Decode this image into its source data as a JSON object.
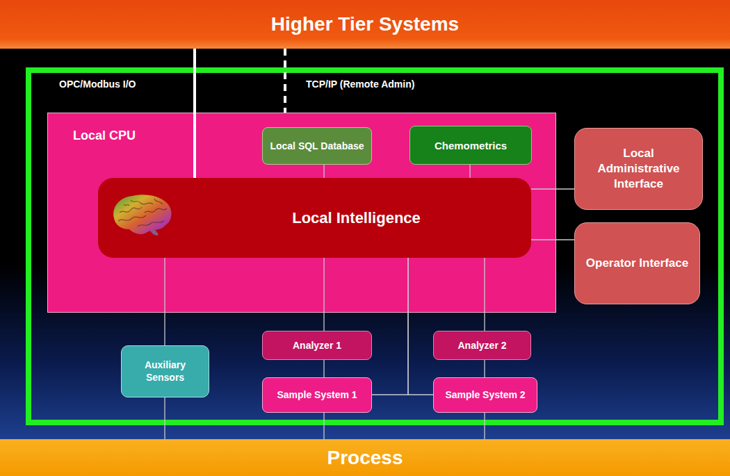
{
  "diagram": {
    "nodes": [
      {
        "text": [
          "Higher Tier Systems"
        ]
      },
      {
        "text": [
          "Local CPU"
        ]
      },
      {
        "text": [
          "Local SQL Database"
        ],
        "in": 1
      },
      {
        "text": [
          "Chemometrics"
        ],
        "in": 1
      },
      {
        "text": [
          "Local Intelligence"
        ],
        "in": 1
      },
      {
        "text": [
          "Local Administrative Interface"
        ]
      },
      {
        "text": [
          "Operator Interface"
        ]
      },
      {
        "text": [
          "Auxiliary Sensors"
        ]
      },
      {
        "text": [
          "Analyzer 1"
        ]
      },
      {
        "text": [
          "Analyzer 2"
        ]
      },
      {
        "text": [
          "Sample System 1"
        ]
      },
      {
        "text": [
          "Sample System 2"
        ]
      },
      {
        "text": [
          "Process"
        ]
      }
    ],
    "edges": [
      {
        "from": 0,
        "to": 4,
        "arrow": "none"
      },
      {
        "from": 0,
        "to": 1,
        "arrow": "none"
      },
      {
        "from": 2,
        "to": 4,
        "arrow": "none"
      },
      {
        "from": 3,
        "to": 4,
        "arrow": "none"
      },
      {
        "from": 4,
        "to": 5,
        "arrow": "none"
      },
      {
        "from": 4,
        "to": 6,
        "arrow": "none"
      },
      {
        "from": 4,
        "to": 7,
        "arrow": "none"
      },
      {
        "from": 4,
        "to": 8,
        "arrow": "none"
      },
      {
        "from": 4,
        "to": 9,
        "arrow": "none"
      },
      {
        "from": 4,
        "to": 10,
        "arrow": "none"
      },
      {
        "from": 4,
        "to": 11,
        "arrow": "none"
      },
      {
        "from": 8,
        "to": 10,
        "arrow": "none"
      },
      {
        "from": 9,
        "to": 11,
        "arrow": "none"
      },
      {
        "from": 7,
        "to": 12,
        "arrow": "none"
      },
      {
        "from": 10,
        "to": 12,
        "arrow": "none"
      },
      {
        "from": 11,
        "to": 12,
        "arrow": "none"
      }
    ],
    "labels": [
      "OPC/Modbus I/O",
      "TCP/IP (Remote Admin)"
    ]
  }
}
